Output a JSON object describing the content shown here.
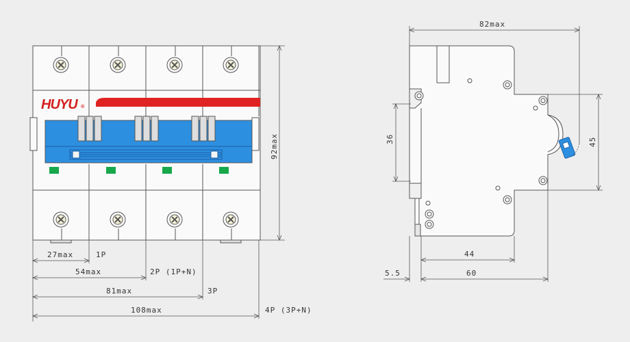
{
  "colors": {
    "background": "#eeeeee",
    "line": "#555555",
    "body": "#fafafa",
    "blue": "#2d8fe0",
    "red": "#e02222",
    "green": "#17a84b",
    "terminal": "#f4f2d8"
  },
  "front_view": {
    "brand": "HUYU",
    "registered_mark": "®",
    "height_dim": "92max",
    "widths": [
      {
        "value": "27max",
        "label": "1P"
      },
      {
        "value": "54max",
        "label": "2P (1P+N)"
      },
      {
        "value": "81max",
        "label": "3P"
      },
      {
        "value": "108max",
        "label": "4P (3P+N)"
      }
    ]
  },
  "side_view": {
    "depth_max": "82max",
    "rail_height": "36",
    "front_height": "45",
    "step_depth": "44",
    "rail_offset": "5.5",
    "body_depth": "60"
  }
}
